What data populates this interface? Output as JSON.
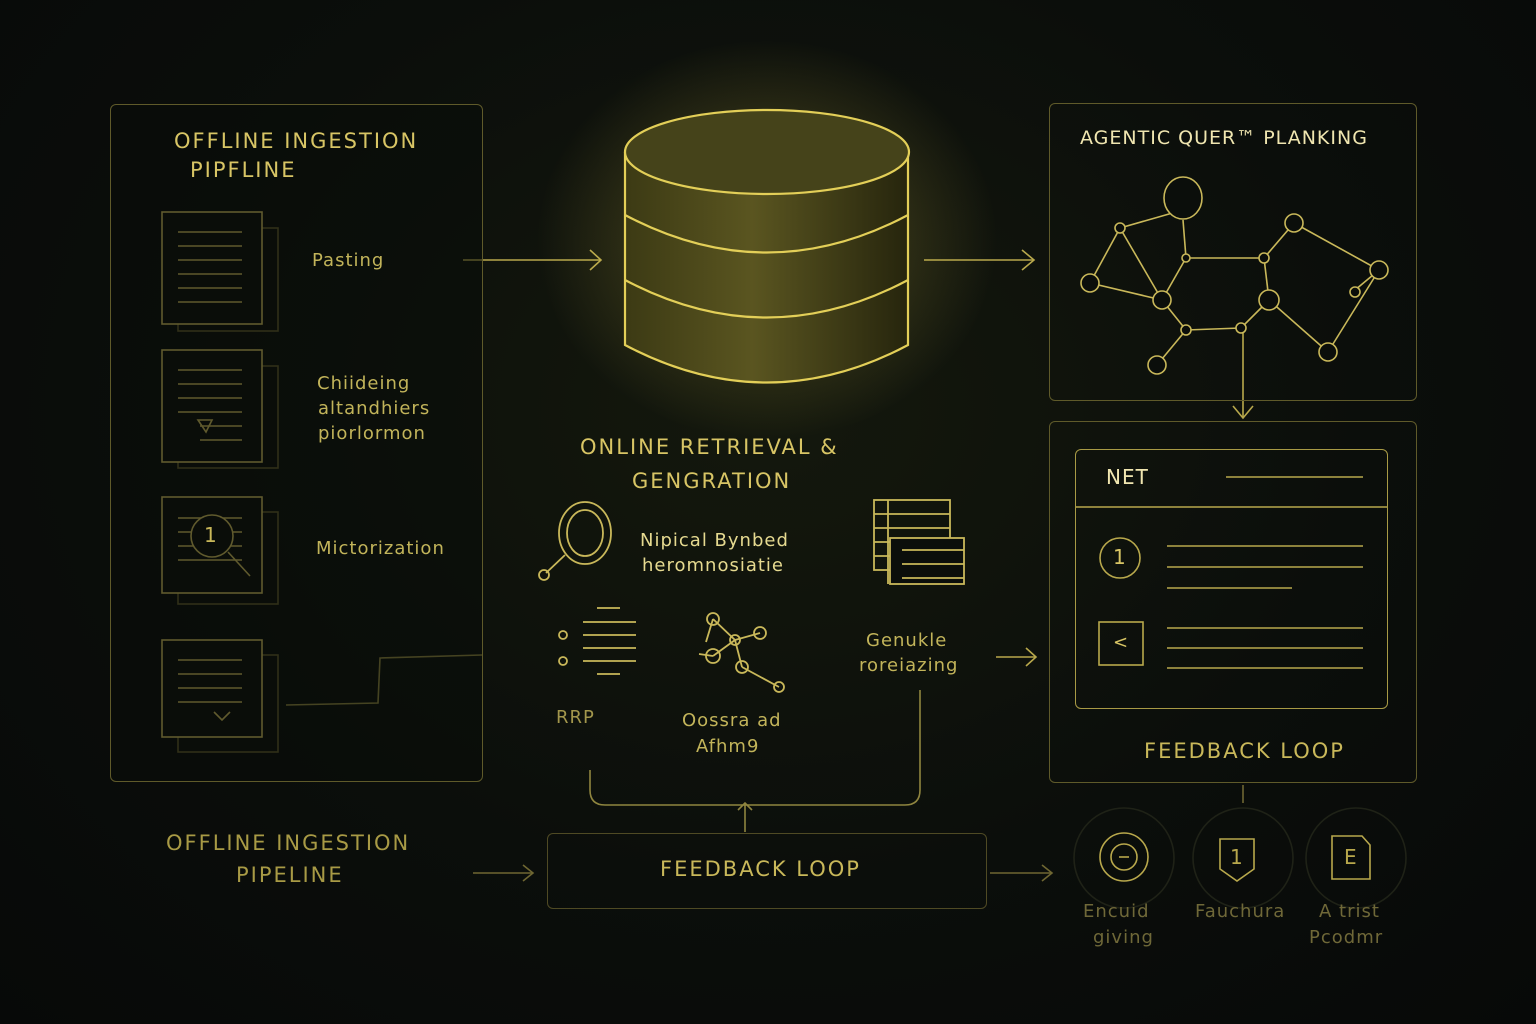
{
  "offline_panel": {
    "title_line1": "OFFLINE INGESTION",
    "title_line2": "PIPFLINE",
    "steps": [
      {
        "icon": "document-icon",
        "label": "Pasting"
      },
      {
        "icon": "document-chunk-icon",
        "label_lines": [
          "Chiideing",
          "altandhiers",
          "piorlormon"
        ]
      },
      {
        "icon": "document-search-icon",
        "label": "Mictorization"
      },
      {
        "icon": "document-stack-icon",
        "label": ""
      }
    ]
  },
  "database": {
    "icon": "database-cylinder-icon"
  },
  "agentic_panel": {
    "title": "AGENTIC QUER™ PLANKING",
    "icon": "graph-network-icon"
  },
  "online": {
    "title_line1": "ONLINE RETRIEVAL &",
    "title_line2": "GENGRATION",
    "item_search": {
      "icon": "search-icon",
      "label_lines": [
        "Nipical Bynbed",
        "heromnosiatie"
      ]
    },
    "item_docs": {
      "icon": "document-list-icon"
    },
    "item_rrp": {
      "icon": "ranked-list-icon",
      "label": "RRP"
    },
    "item_graph": {
      "icon": "molecule-graph-icon",
      "label_lines": [
        "Oossra ad",
        "Afhm9"
      ]
    },
    "item_generate": {
      "label_lines": [
        "Genukle",
        "roreiazing"
      ]
    }
  },
  "net_panel": {
    "title": "NET",
    "rows": [
      {
        "icon": "numbered-circle-icon",
        "badge": "1"
      },
      {
        "icon": "arrow-box-icon",
        "badge": "<"
      }
    ],
    "footer": "FEEDBACK LOOP"
  },
  "bottom": {
    "offline_line1": "OFFLINE INGESTION",
    "offline_line2": "PIPELINE",
    "feedback": "FEEDBACK LOOP",
    "icons": [
      {
        "icon": "target-icon",
        "label_lines": [
          "Encuid",
          "giving"
        ]
      },
      {
        "icon": "shield-number-icon",
        "badge": "1",
        "label_lines": [
          "Fauchura",
          ""
        ]
      },
      {
        "icon": "document-e-icon",
        "badge": "E",
        "label_lines": [
          "A trist",
          "Pcodmr"
        ]
      }
    ]
  },
  "colors": {
    "accent": "#d8c565",
    "line": "#a89a45",
    "border": "#5f5a2a",
    "background": "#0b0e0b"
  }
}
